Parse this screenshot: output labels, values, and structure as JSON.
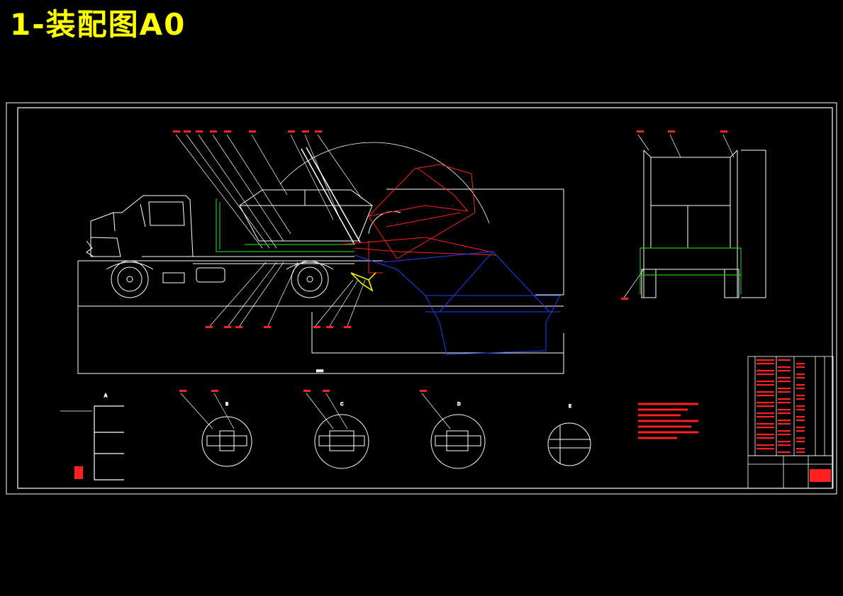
{
  "title": "1-装配图A0",
  "colors": {
    "background": "#000000",
    "title": "#ffff00",
    "linework": "#ffffff",
    "bin_lifted": "#ff2020",
    "bin_lowered": "#2040ff",
    "frame_member": "#20c020",
    "hook": "#ffff00",
    "notes": "#ff2020"
  },
  "views": {
    "side": "truck-side-view",
    "rear": "truck-rear-view",
    "details": [
      "section-A",
      "section-B",
      "section-C",
      "section-D",
      "section-E"
    ]
  }
}
